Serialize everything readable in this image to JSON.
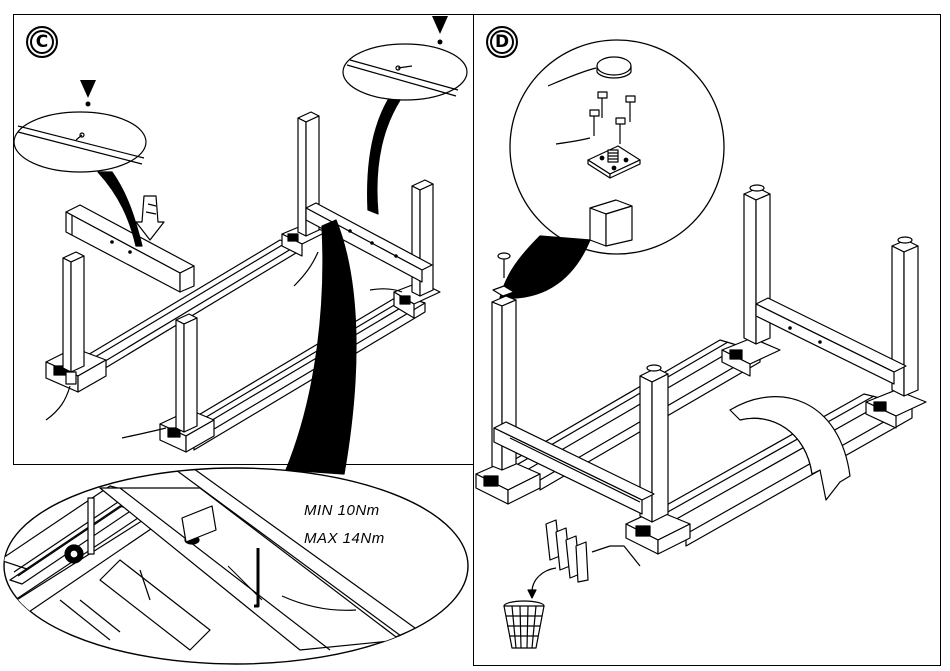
{
  "steps": {
    "c": "C",
    "d": "D"
  },
  "torque": {
    "min": "MIN  10Nm",
    "max": "MAX  14Nm"
  }
}
